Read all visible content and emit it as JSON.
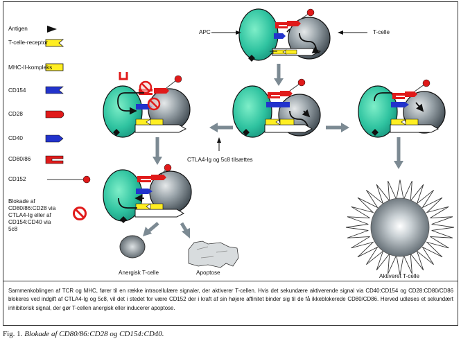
{
  "legend": {
    "antigen": "Antigen",
    "tcr": "T-celle-receptor",
    "mhc": "MHC-II-kompleks",
    "cd154": "CD154",
    "cd28": "CD28",
    "cd40": "CD40",
    "cd80": "CD80/86",
    "cd152": "CD152",
    "blockade": "Blokade af CD80/86:CD28 via CTLA4-Ig eller af CD154:CD40 via 5c8"
  },
  "labels": {
    "apc": "APC",
    "tcell": "T-celle",
    "treatment": "CTLA4-Ig og 5c8 tilsættes",
    "anergic": "Anergisk T-celle",
    "apoptosis": "Apoptose",
    "activated": "Aktiveret T-celle"
  },
  "caption": "Sammenkoblingen af TCR og MHC, fører til en række intracellulære signaler, der aktiverer T-cellen. Hvis det sekundære aktiverende signal via CD40:CD154 og CD28:CD80/CD86 blokeres ved indgift af CTLA4-Ig og 5c8, vil det i stedet for være CD152 der i kraft af sin højere affinitet binder sig til de få ikkeblokerede CD80/CD86. Herved udløses et sekundært inhibitorisk signal, der gør T-cellen anergisk eller inducerer apoptose.",
  "figure_caption": {
    "prefix": "Fig. 1.",
    "text": "Blokade af CD80/86:CD28 og CD154:CD40."
  },
  "colors": {
    "apc": "#2fc3a0",
    "tcell": "#8e979d",
    "tcr": "#ffee22",
    "mhc": "#ffee22",
    "cd154": "#2233cc",
    "cd40": "#2233cc",
    "cd28": "#e01a1a",
    "cd80": "#e01a1a",
    "cd152": "#e01a1a",
    "arrow": "#7c8a93"
  }
}
